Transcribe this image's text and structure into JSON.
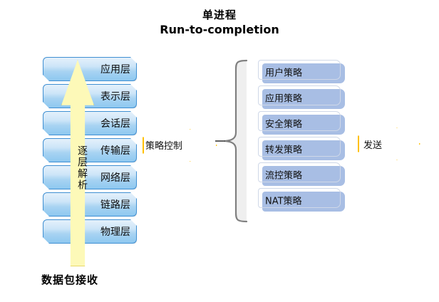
{
  "title": {
    "cn": "单进程",
    "en": "Run-to-completion"
  },
  "left_stack": {
    "caption": "数据包接收",
    "arrow_label": "逐层解析",
    "layers": [
      {
        "label": "应用层"
      },
      {
        "label": "表示层"
      },
      {
        "label": "会话层"
      },
      {
        "label": "传输层"
      },
      {
        "label": "网络层"
      },
      {
        "label": "链路层"
      },
      {
        "label": "物理层"
      }
    ]
  },
  "middle_arrow": {
    "label": "策略控制"
  },
  "right_stack": {
    "policies": [
      {
        "label": "用户策略"
      },
      {
        "label": "应用策略"
      },
      {
        "label": "安全策略"
      },
      {
        "label": "转发策略"
      },
      {
        "label": "流控策略"
      },
      {
        "label": "NAT策略"
      }
    ]
  },
  "send_arrow": {
    "label": "发送"
  },
  "colors": {
    "layer_fill_top": "#e4f1fb",
    "layer_fill_bottom": "#8ec8f0",
    "layer_border": "#3f8fd2",
    "arrow_yellow_fill": "#fdf9b8",
    "arrow_yellow_border": "#e8d96a",
    "callout_arrow_border": "#ffc000",
    "policy_fill": "#a8bee4",
    "brace_stroke": "#7f7f7f",
    "text": "#000000",
    "background": "#ffffff"
  }
}
